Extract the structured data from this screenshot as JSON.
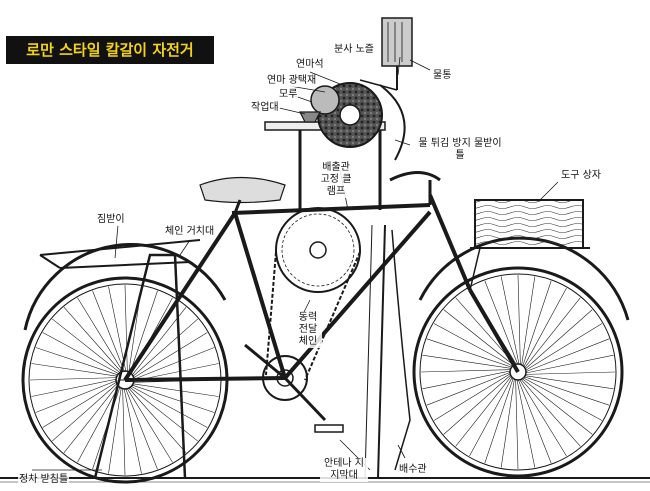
{
  "title": "로만 스타일 칼갈이 자전거",
  "labels": {
    "nozzle": "분사 노즐",
    "water_tank": "물통",
    "grindstone": "연마석",
    "polish_wheel": "연마 광택재",
    "anvil": "모루",
    "workbench": "작업대",
    "splash_guard": "물 튀김 방지 물받이 틀",
    "drain_clamp": "배출관 고정 클램프",
    "tool_box": "도구 상자",
    "luggage_rack": "짐받이",
    "chain_guard": "체인 거치대",
    "drive_chain": "동력 전달 체인",
    "kickstand": "정차 받침틀",
    "antenna": "안테나 지지막대",
    "drain_pipe": "배수관"
  },
  "colors": {
    "title_bg": "#111111",
    "title_text": "#f2d21c",
    "line": "#1a1a1a"
  }
}
